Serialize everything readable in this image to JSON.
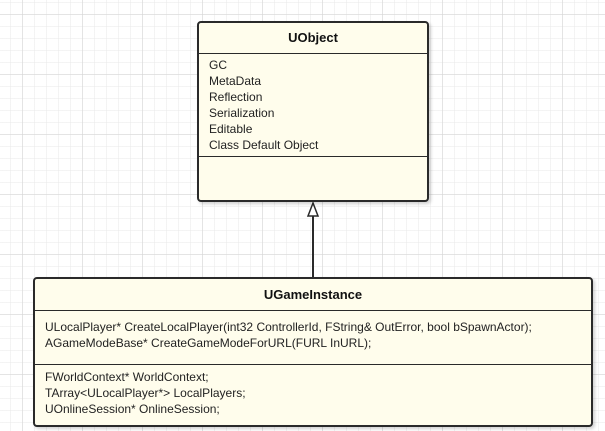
{
  "classes": {
    "uobject": {
      "name": "UObject",
      "attributes": [
        "GC",
        "MetaData",
        "Reflection",
        "Serialization",
        "Editable",
        "Class Default Object"
      ],
      "operations": []
    },
    "ugameinstance": {
      "name": "UGameInstance",
      "operations": [
        "ULocalPlayer* CreateLocalPlayer(int32 ControllerId, FString& OutError, bool bSpawnActor);",
        "AGameModeBase* CreateGameModeForURL(FURL InURL);"
      ],
      "fields": [
        "FWorldContext* WorldContext;",
        "TArray<ULocalPlayer*> LocalPlayers;",
        "UOnlineSession* OnlineSession;"
      ]
    }
  },
  "relations": [
    {
      "type": "generalization",
      "from": "UGameInstance",
      "to": "UObject"
    }
  ]
}
